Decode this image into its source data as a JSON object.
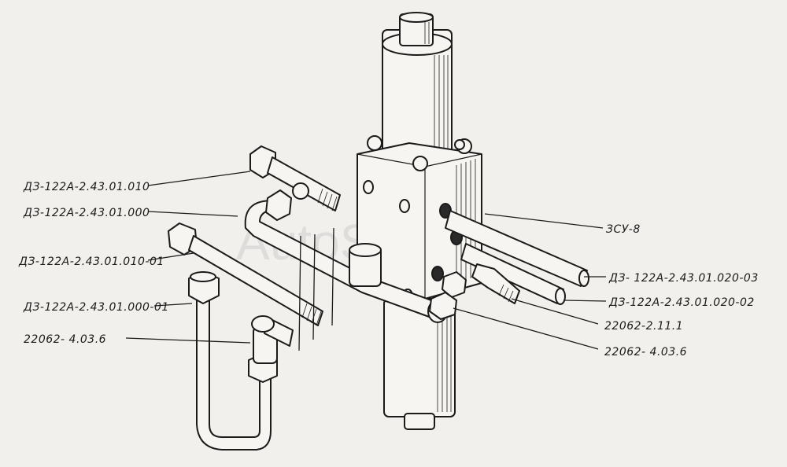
{
  "watermark": "AutoSoft",
  "labels": [
    {
      "id": "l1",
      "text": "ДЗ-122А-2.43.01.010"
    },
    {
      "id": "l2",
      "text": "ДЗ-122А-2.43.01.000"
    },
    {
      "id": "l3",
      "text": "ДЗ-122А-2.43.01.010-01"
    },
    {
      "id": "l4",
      "text": "ДЗ-122А-2.43.01.000-01"
    },
    {
      "id": "l5",
      "text": "22062- 4.03.6"
    },
    {
      "id": "r1",
      "text": "ЗСУ-8"
    },
    {
      "id": "r2",
      "text": "ДЗ- 122А-2.43.01.020-03"
    },
    {
      "id": "r3",
      "text": "ДЗ-122А-2.43.01.020-02"
    },
    {
      "id": "r4",
      "text": "22062-2.11.1"
    },
    {
      "id": "r5",
      "text": "22062- 4.03.6"
    }
  ]
}
